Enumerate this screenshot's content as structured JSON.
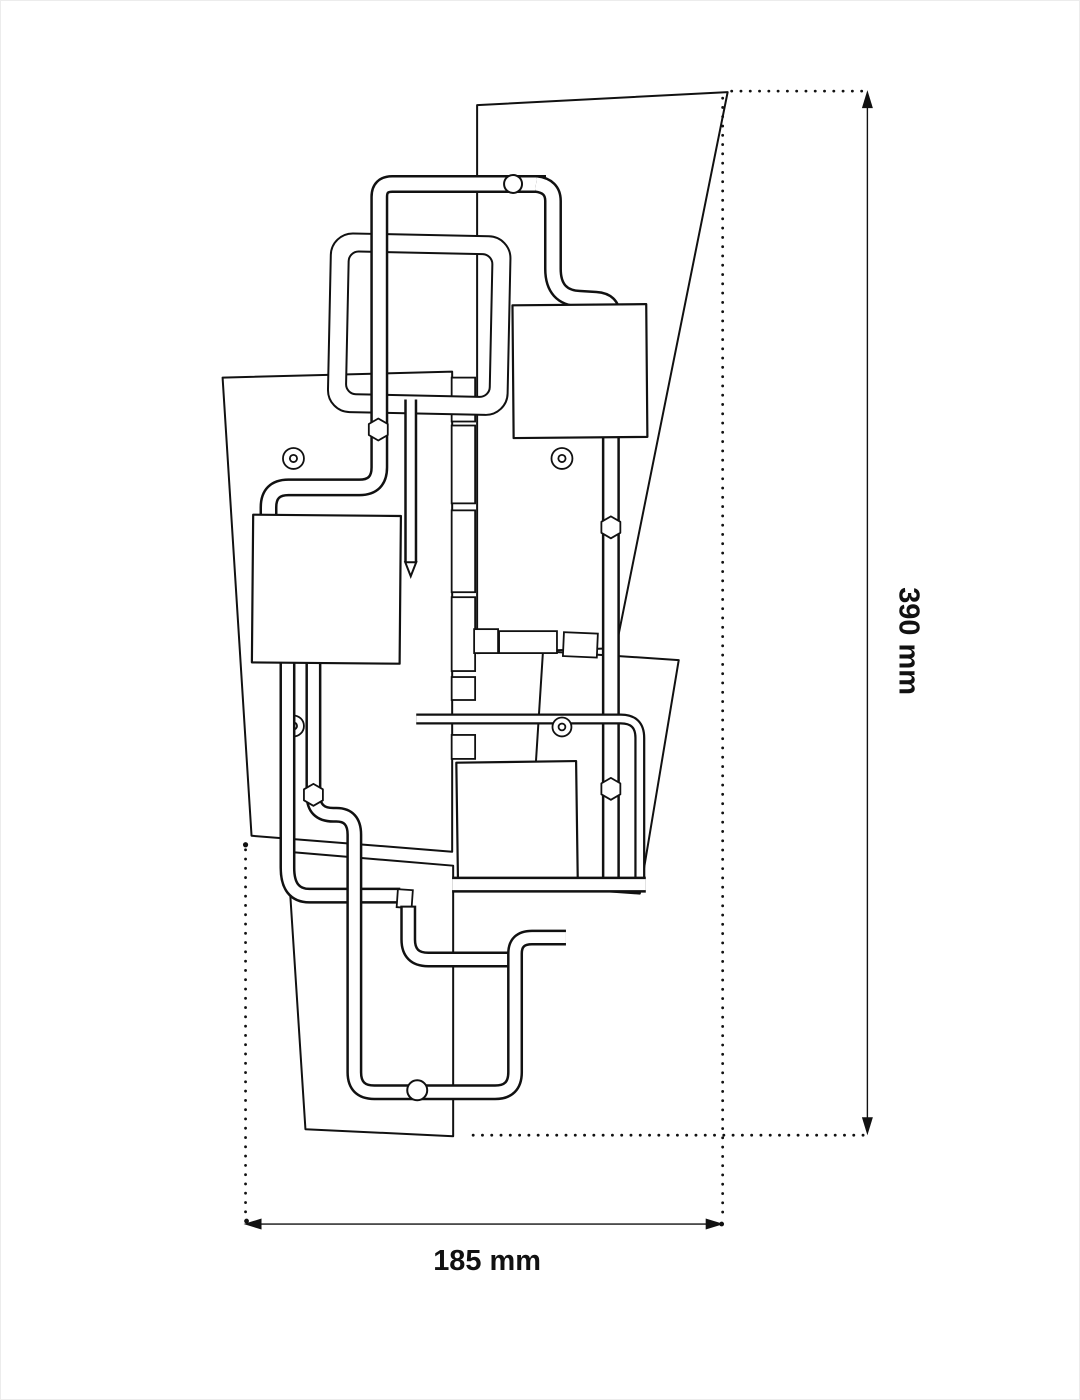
{
  "page": {
    "background": "#ffffff",
    "border_color": "#ececec"
  },
  "drawing": {
    "type": "technical-dimension-drawing",
    "subject": "wall lamp line drawing, front elevation",
    "line_color": "#111111",
    "dimensions": {
      "height": {
        "label": "390 mm",
        "value_mm": 390
      },
      "width": {
        "label": "185 mm",
        "value_mm": 185
      }
    }
  }
}
